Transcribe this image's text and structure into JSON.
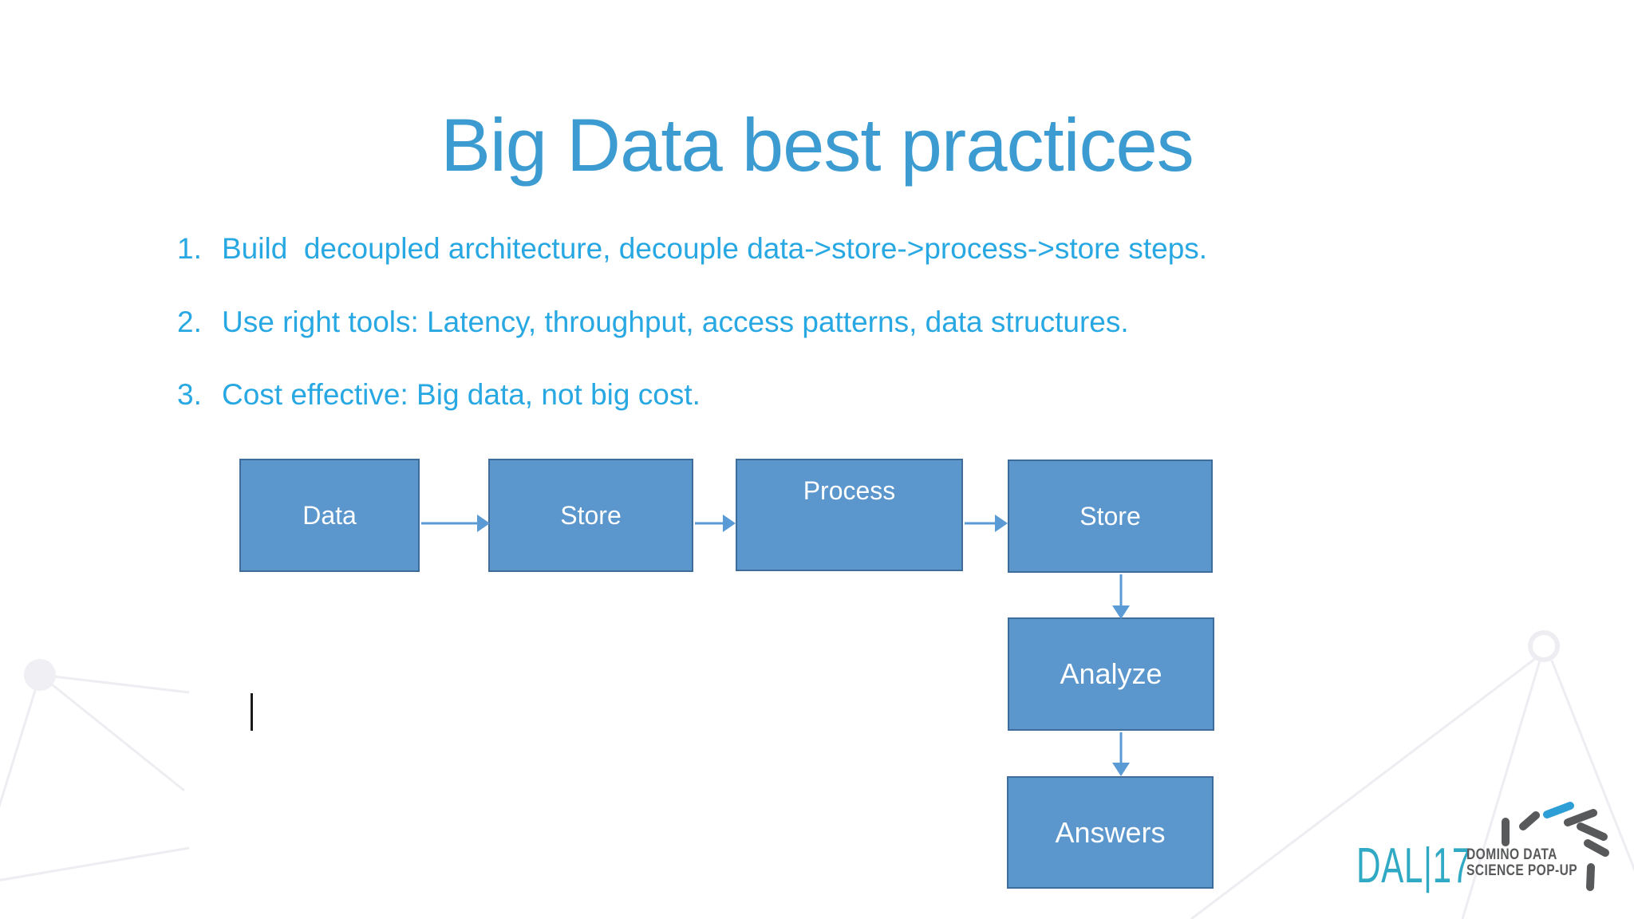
{
  "slide": {
    "title": "Big Data best practices",
    "bullets": [
      {
        "number": "1.",
        "text": "Build  decoupled architecture, decouple data->store->process->store steps."
      },
      {
        "number": "2.",
        "text": "Use right tools: Latency, throughput, access patterns, data structures."
      },
      {
        "number": "3.",
        "text": "Cost effective: Big data, not big cost."
      }
    ]
  },
  "flowchart": {
    "nodes": [
      {
        "id": "data",
        "label": "Data"
      },
      {
        "id": "store1",
        "label": "Store"
      },
      {
        "id": "process",
        "label": "Process"
      },
      {
        "id": "store2",
        "label": "Store"
      },
      {
        "id": "analyze",
        "label": "Analyze"
      },
      {
        "id": "answers",
        "label": "Answers"
      }
    ],
    "flow": "Data -> Store -> Process -> Store -> Analyze -> Answers"
  },
  "logo": {
    "event_code": "DAL|17",
    "org_line1": "DOMINO DATA",
    "org_line2": "SCIENCE POP-UP"
  },
  "colors": {
    "title_blue": "#3C9CD1",
    "bullet_blue": "#28A8E2",
    "box_fill": "#5B96CD",
    "box_border": "#3E6D99",
    "box_text": "#FFFFFF",
    "arrow_blue": "#5B9BD5",
    "logo_teal": "#2FA9C4",
    "logo_gray": "#58595B",
    "logo_accent_blue": "#2E9FD6",
    "constellation_gray": "#EDEDF2"
  }
}
